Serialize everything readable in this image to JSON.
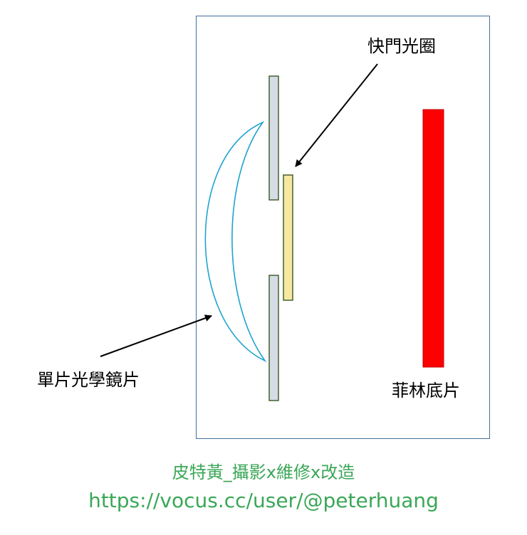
{
  "labels": {
    "shutter": "快門光圈",
    "lens": "單片光學鏡片",
    "film": "菲林底片"
  },
  "footer": {
    "title": "皮特黃_攝影x維修x改造",
    "url": "https://vocus.cc/user/@peterhuang"
  },
  "colors": {
    "frame_border": "#41719c",
    "lens_stroke": "#1fa3d0",
    "barrier_fill": "#d6dce5",
    "barrier_stroke": "#385723",
    "shutter_fill": "#f6e8a0",
    "shutter_stroke": "#385723",
    "film_fill": "#ff0000",
    "arrow": "#000000",
    "footer_text": "#3aa757"
  }
}
